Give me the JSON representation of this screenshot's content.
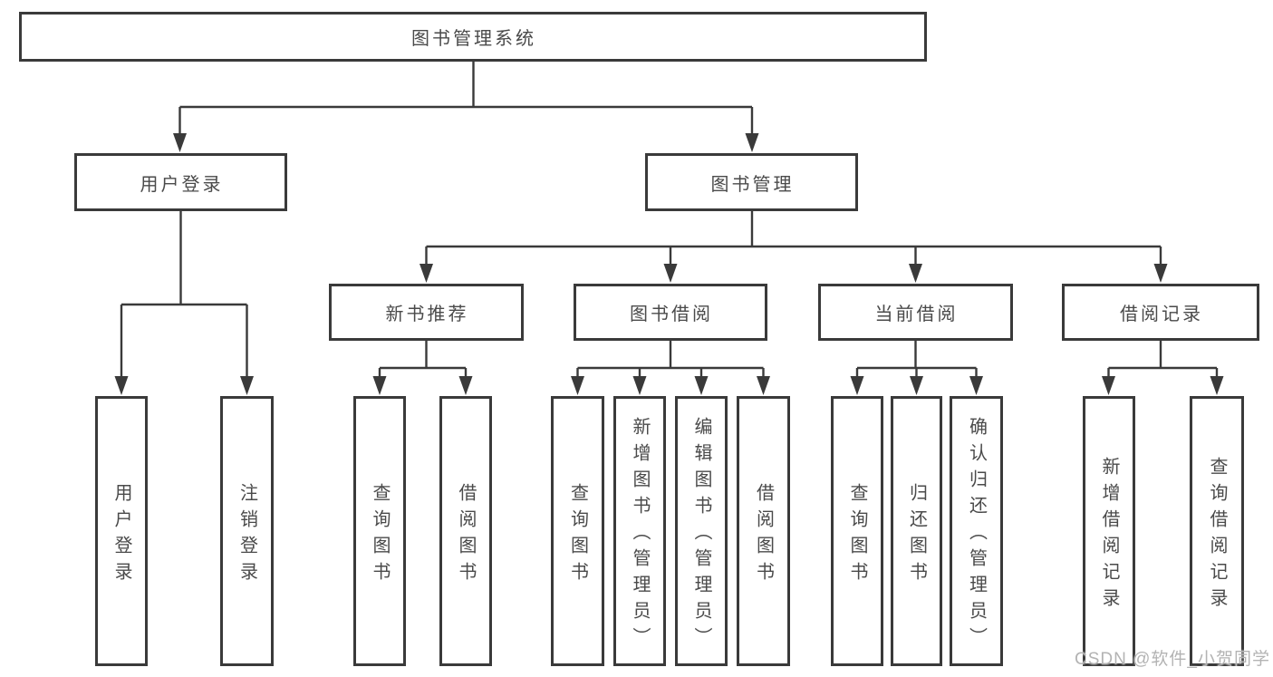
{
  "diagram": {
    "root": {
      "label": "图书管理系统"
    },
    "branches": [
      {
        "label": "用户登录",
        "children": [
          {
            "label": "用户登录"
          },
          {
            "label": "注销登录"
          }
        ]
      },
      {
        "label": "图书管理",
        "children": [
          {
            "label": "新书推荐",
            "children": [
              {
                "label": "查询图书"
              },
              {
                "label": "借阅图书"
              }
            ]
          },
          {
            "label": "图书借阅",
            "children": [
              {
                "label": "查询图书"
              },
              {
                "label": "新增图书（管理员）"
              },
              {
                "label": "编辑图书（管理员）"
              },
              {
                "label": "借阅图书"
              }
            ]
          },
          {
            "label": "当前借阅",
            "children": [
              {
                "label": "查询图书"
              },
              {
                "label": "归还图书"
              },
              {
                "label": "确认归还（管理员）"
              }
            ]
          },
          {
            "label": "借阅记录",
            "children": [
              {
                "label": "新增借阅记录"
              },
              {
                "label": "查询借阅记录"
              }
            ]
          }
        ]
      }
    ],
    "watermark": "CSDN @软件_小贺同学",
    "colors": {
      "line": "#3a3a3a",
      "text": "#4a4a4a",
      "background": "#ffffff",
      "watermark": "#b3b3b3"
    }
  }
}
